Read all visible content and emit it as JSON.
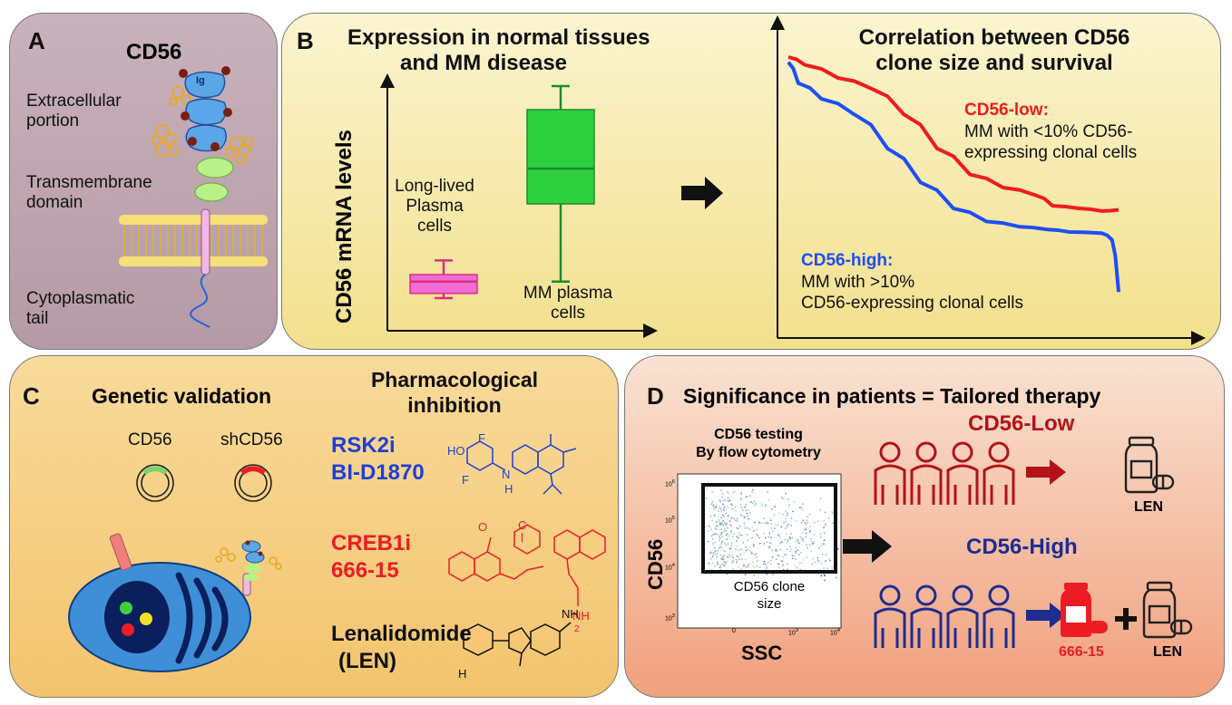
{
  "panel_a": {
    "letter": "A",
    "title": "CD56",
    "label_extracellular_1": "Extracellular",
    "label_extracellular_2": "portion",
    "label_transmembrane_1": "Transmembrane",
    "label_transmembrane_2": "domain",
    "label_cytoplasmatic_1": "Cytoplasmatic",
    "label_cytoplasmatic_2": "tail",
    "ig_label": "Ig"
  },
  "panel_b": {
    "letter": "B",
    "expression_title_1": "Expression in normal tissues",
    "expression_title_2": "and MM disease",
    "ylabel": "CD56 mRNA levels",
    "llpc_1": "Long-lived",
    "llpc_2": "Plasma",
    "llpc_3": "cells",
    "mmpc_1": "MM plasma",
    "mmpc_2": "cells",
    "correlation_title_1": "Correlation between CD56",
    "correlation_title_2": "clone size and survival",
    "low_label": "CD56-low:",
    "low_desc_1": "MM with <10% CD56-",
    "low_desc_2": "expressing clonal cells",
    "high_label": "CD56-high:",
    "high_desc_1": "MM with >10%",
    "high_desc_2": "CD56-expressing clonal cells"
  },
  "chart_data": [
    {
      "type": "box",
      "ylabel": "CD56 mRNA levels",
      "categories": [
        "Long-lived Plasma cells",
        "MM plasma cells"
      ],
      "colors": [
        "#f26bd0",
        "#2fd03f"
      ],
      "boxes": [
        {
          "whisker_low": 0.1,
          "q1": 0.12,
          "median": 0.17,
          "q3": 0.2,
          "whisker_high": 0.26
        },
        {
          "whisker_low": 0.17,
          "q1": 0.5,
          "median": 0.65,
          "q3": 0.9,
          "whisker_high": 1.0
        }
      ]
    },
    {
      "type": "line",
      "series": [
        {
          "name": "CD56-low",
          "color": "#ee1c1c",
          "points": [
            [
              0,
              1.0
            ],
            [
              0.05,
              0.97
            ],
            [
              0.15,
              0.92
            ],
            [
              0.25,
              0.88
            ],
            [
              0.35,
              0.78
            ],
            [
              0.45,
              0.65
            ],
            [
              0.55,
              0.55
            ],
            [
              0.65,
              0.5
            ],
            [
              0.75,
              0.47
            ],
            [
              0.8,
              0.43
            ],
            [
              0.88,
              0.42
            ],
            [
              0.95,
              0.41
            ],
            [
              1.0,
              0.415
            ]
          ]
        },
        {
          "name": "CD56-high",
          "color": "#1d4ef5",
          "points": [
            [
              0,
              0.98
            ],
            [
              0.03,
              0.9
            ],
            [
              0.1,
              0.84
            ],
            [
              0.2,
              0.78
            ],
            [
              0.3,
              0.65
            ],
            [
              0.4,
              0.52
            ],
            [
              0.5,
              0.42
            ],
            [
              0.6,
              0.37
            ],
            [
              0.7,
              0.35
            ],
            [
              0.78,
              0.34
            ],
            [
              0.85,
              0.33
            ],
            [
              0.95,
              0.325
            ],
            [
              0.98,
              0.3
            ],
            [
              1.0,
              0.1
            ]
          ]
        }
      ]
    }
  ],
  "panel_c": {
    "letter": "C",
    "genetic_title": "Genetic validation",
    "pharma_title_1": "Pharmacological",
    "pharma_title_2": "inhibition",
    "plasmid_1": "CD56",
    "plasmid_2": "shCD56",
    "drug1_1": "RSK2i",
    "drug1_2": "BI-D1870",
    "drug2_1": "CREB1i",
    "drug2_2": "666-15",
    "drug3_1": "Lenalidomide",
    "drug3_2": "(LEN)",
    "chem": {
      "ho": "HO",
      "f": "F",
      "n": "N",
      "h": "H",
      "o": "O",
      "nh": "NH",
      "c": "C",
      "l": "l",
      "two": "2"
    },
    "colors": {
      "drug1": "#1f3fd6",
      "drug2": "#ec1c24",
      "drug3": "#111111"
    }
  },
  "panel_d": {
    "letter": "D",
    "title": "Significance in patients = Tailored therapy",
    "testing_1": "CD56 testing",
    "testing_2": "By flow cytometry",
    "ylabel": "CD56",
    "xlabel": "SSC",
    "gate_label_1": "CD56 clone",
    "gate_label_2": "size",
    "low_group": "CD56-Low",
    "high_group": "CD56-High",
    "len_1": "LEN",
    "len_2": "LEN",
    "combo_drug": "666-15",
    "ticks_y": [
      "10",
      "10",
      "10",
      "10"
    ],
    "ticks_y_exp": [
      "6",
      "5",
      "4",
      "3"
    ],
    "ticks_x": [
      "0",
      "10",
      "10"
    ],
    "ticks_x_exp": [
      "3",
      "4"
    ],
    "colors": {
      "low": "#b3121a",
      "high": "#1c2d8f",
      "drug": "#ec1c24"
    }
  }
}
